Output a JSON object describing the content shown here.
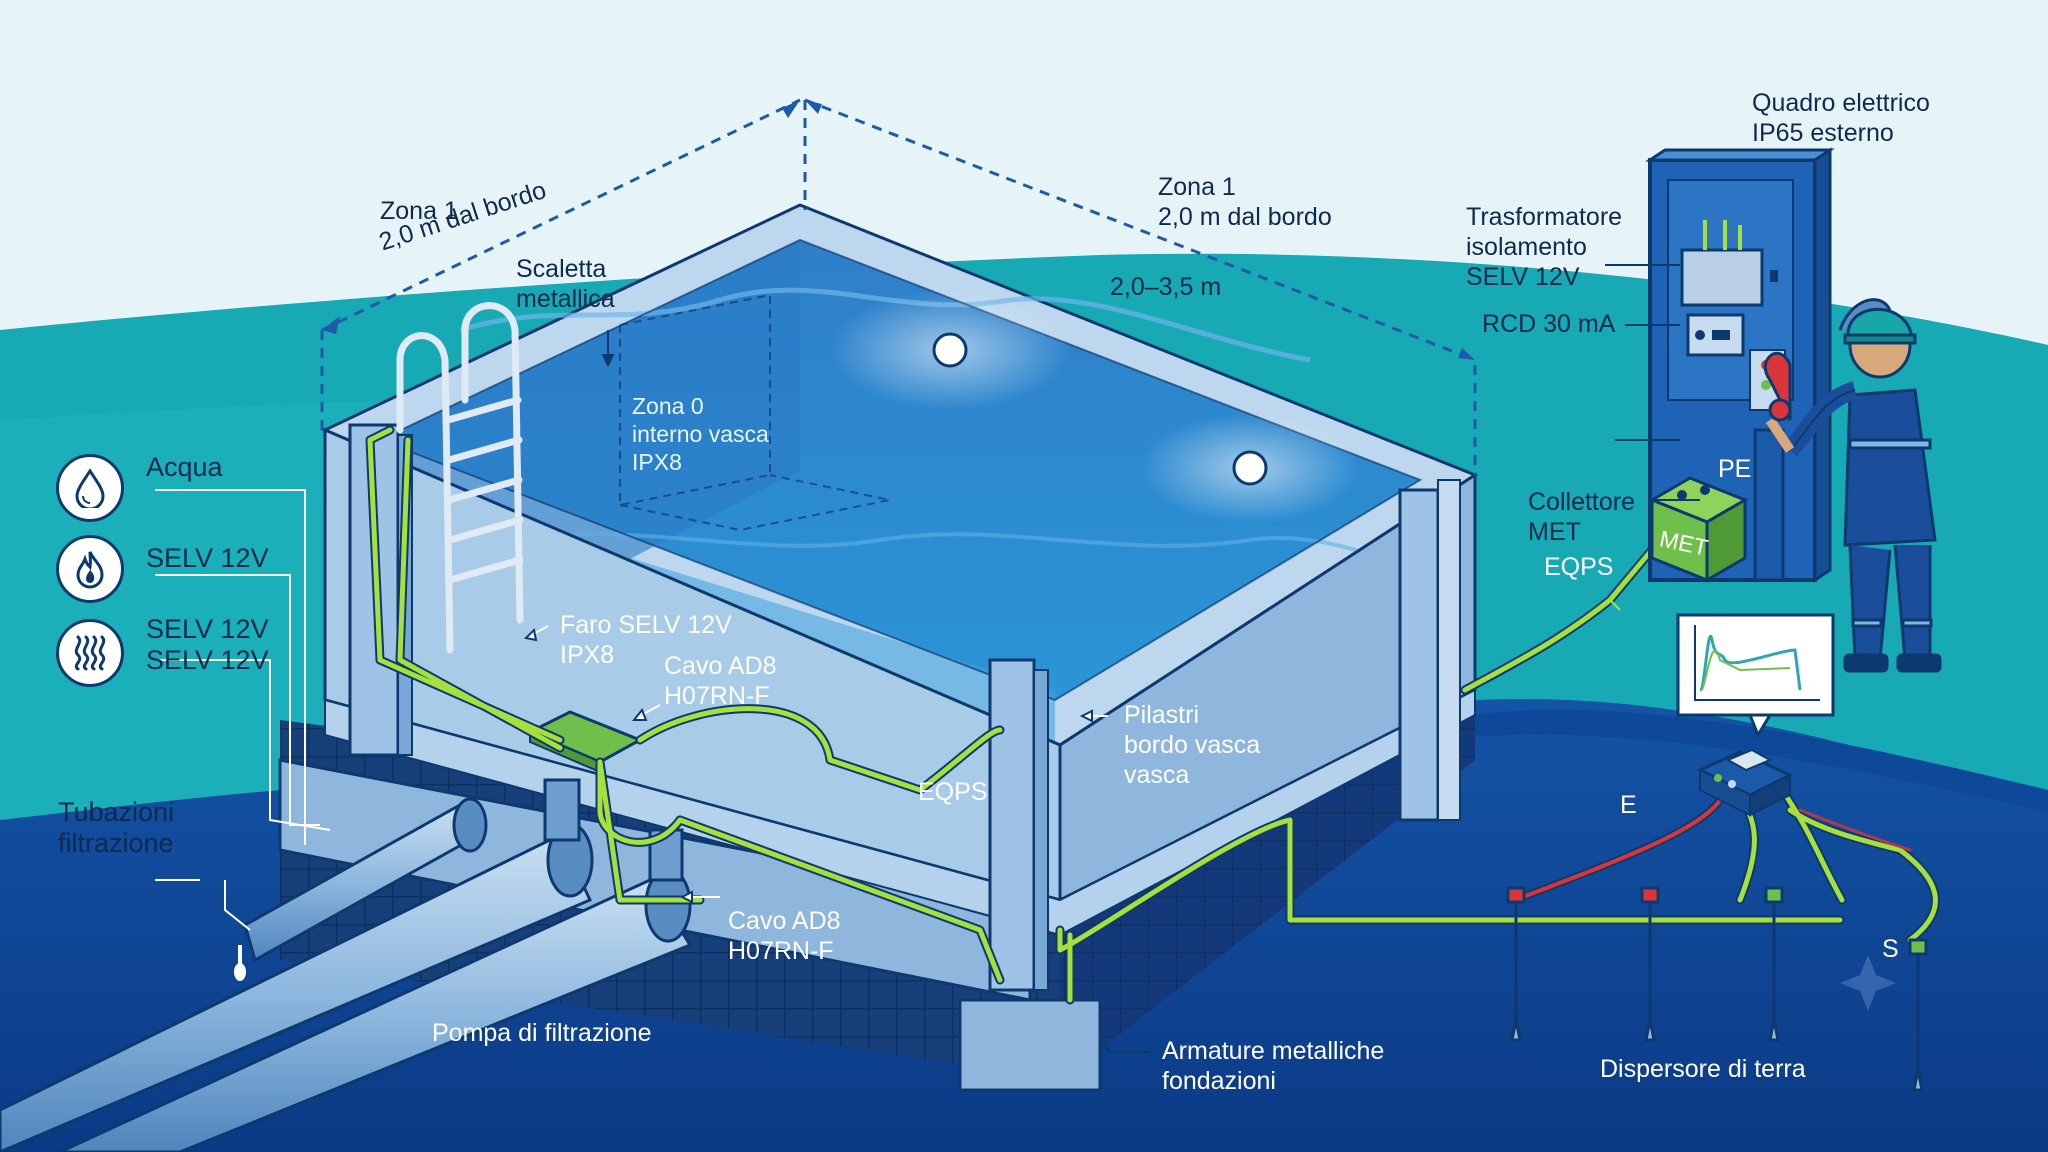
{
  "labels": {
    "zona1_left": [
      "Zona 1",
      "2,0 m dal bordo"
    ],
    "zona1_right": [
      "Zona 1",
      "2,0 m dal bordo"
    ],
    "depth": "2,0–3,5 m",
    "scaletta": [
      "Scaletta",
      "metallica"
    ],
    "zona0": [
      "Zona 0",
      "interno vasca",
      "IPX8"
    ],
    "faro": [
      "Faro SELV 12V",
      "IPX8"
    ],
    "cavo_top": [
      "Cavo AD8",
      "H07RN-F"
    ],
    "cavo_bottom": [
      "Cavo AD8",
      "H07RN-F"
    ],
    "eqps_pool": "EQPS",
    "pilastri": [
      "Pilastri",
      "bordo vasca",
      "vasca"
    ],
    "tubazioni": [
      "Tubazioni",
      "filtrazione"
    ],
    "pompa": "Pompa di filtrazione",
    "armature": [
      "Armature metalliche",
      "fondazioni"
    ],
    "quadro": [
      "Quadro elettrico",
      "IP65 esterno"
    ],
    "trasformatore": [
      "Trasformatore",
      "isolamento",
      "SELV 12V"
    ],
    "rcd": "RCD 30 mA",
    "pe": "PE",
    "collettore": [
      "Collettore",
      "MET"
    ],
    "met_box": "MET",
    "eqps_met": "EQPS",
    "e": "E",
    "s": "S",
    "dispersore": "Dispersore di terra"
  },
  "legend": [
    {
      "icon": "water-drop-icon",
      "lines": [
        "Acqua"
      ]
    },
    {
      "icon": "flame-icon",
      "lines": [
        "SELV 12V"
      ]
    },
    {
      "icon": "heat-waves-icon",
      "lines": [
        "SELV 12V",
        "SELV 12V"
      ]
    }
  ],
  "colors": {
    "sky": "#e6f4f7",
    "ground_teal": "#17a9b4",
    "ground_deep": "#0d3f8c",
    "water": "#2f86cf",
    "concrete": "#a9cbe8",
    "outline": "#0d3a6e",
    "bonding_wire": "#a6e03c",
    "fault_wire": "#d9353b",
    "dimension_line": "#1f5aa8"
  }
}
